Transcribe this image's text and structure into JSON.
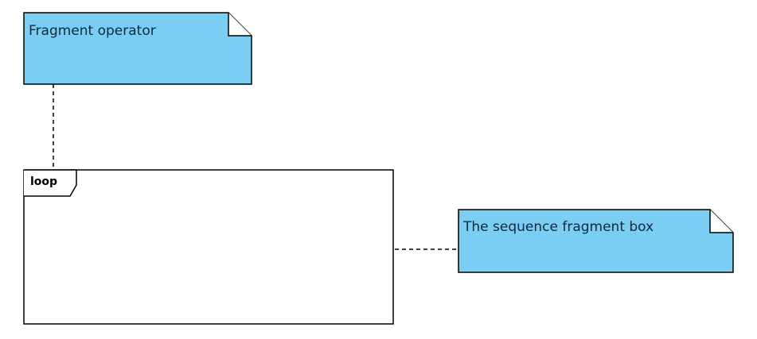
{
  "diagram": {
    "notes": {
      "fragment_operator": "Fragment operator",
      "sequence_fragment_box": "The sequence fragment box"
    },
    "fragment": {
      "operator": "loop"
    }
  },
  "colors": {
    "note_fill": "#7acef4",
    "stroke": "#000000",
    "frame_fill": "#ffffff"
  }
}
